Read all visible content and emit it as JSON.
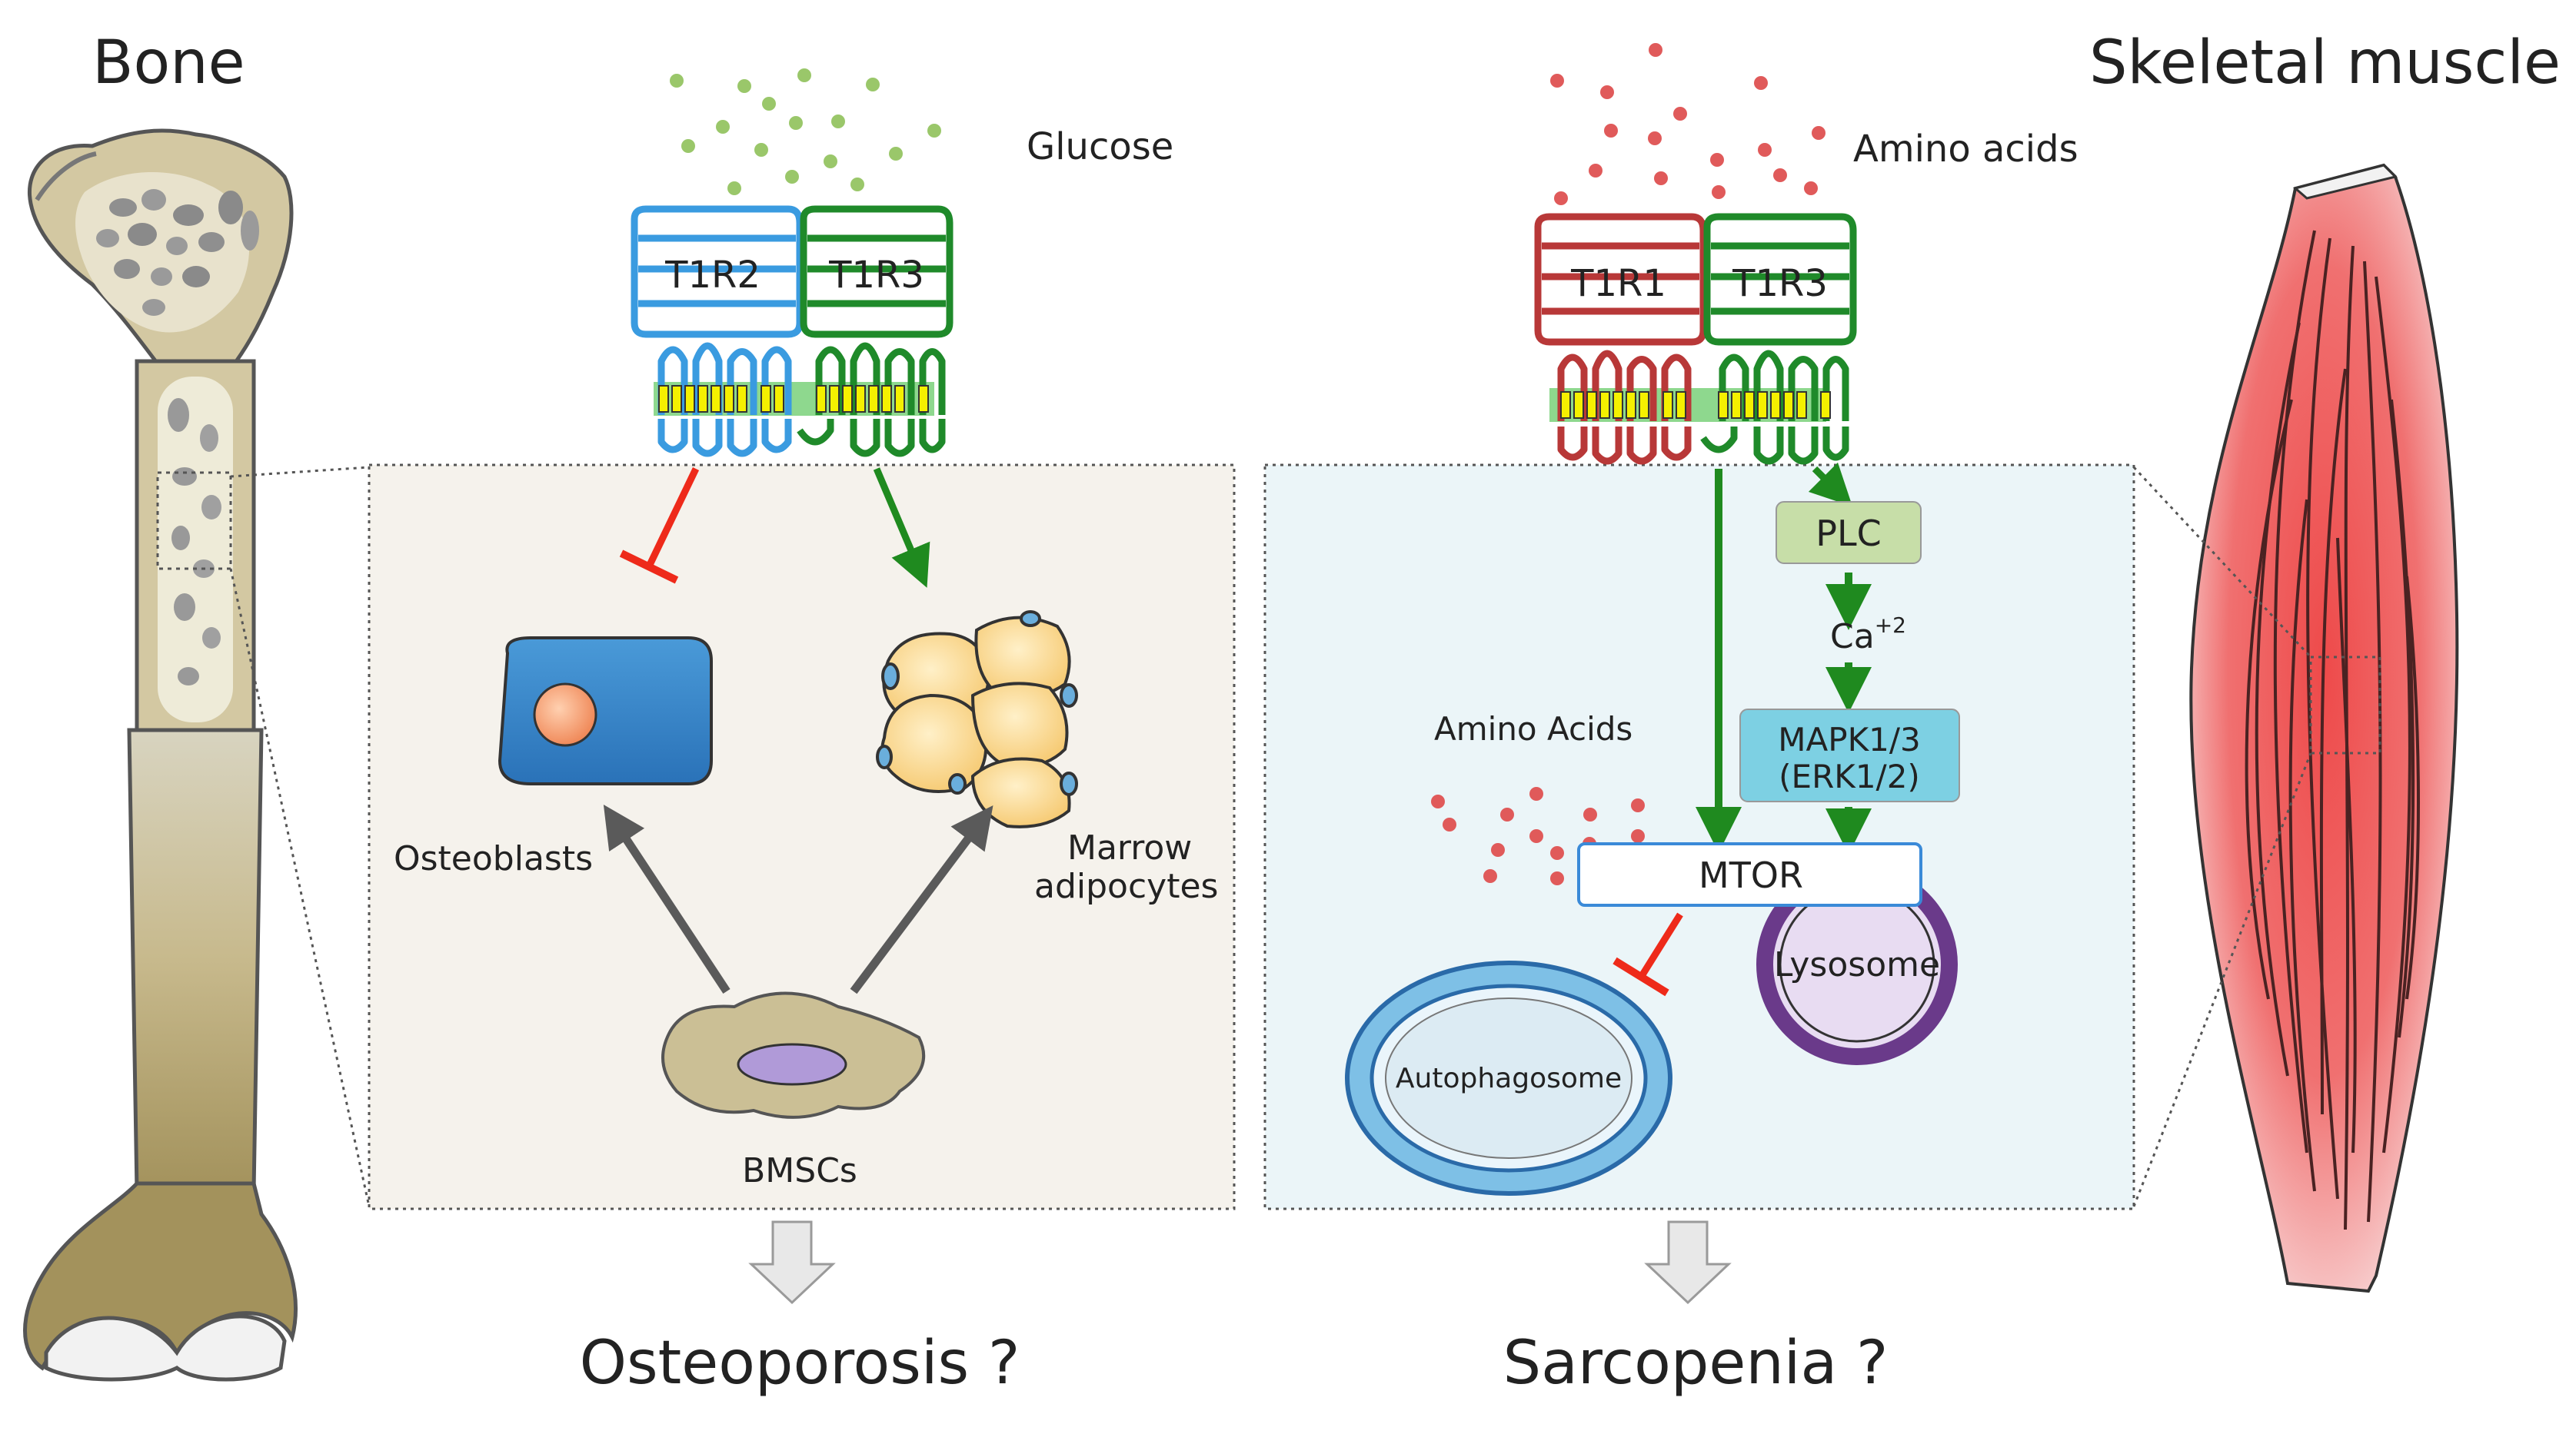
{
  "labels": {
    "bone": "Bone",
    "skeletal_muscle": "Skeletal muscle",
    "glucose": "Glucose",
    "amino_acids_top": "Amino acids",
    "amino_acids_panel": "Amino Acids",
    "osteoporosis": "Osteoporosis ?",
    "sarcopenia": "Sarcopenia ?"
  },
  "receptors": {
    "left_a": "T1R2",
    "left_b": "T1R3",
    "right_a": "T1R1",
    "right_b": "T1R3"
  },
  "bone_panel": {
    "osteoblasts": "Osteoblasts",
    "marrow_line1": "Marrow",
    "marrow_line2": "adipocytes",
    "bmscs": "BMSCs"
  },
  "muscle_panel": {
    "plc": "PLC",
    "ca_base": "Ca",
    "ca_sup": "+2",
    "mapk_line1": "MAPK1/3",
    "mapk_line2": "(ERK1/2)",
    "mtor": "MTOR",
    "lysosome": "Lysosome",
    "autophagosome": "Autophagosome"
  },
  "colors": {
    "t1r2": "#3a9be0",
    "t1r3": "#1f8a2a",
    "t1r1": "#b83838",
    "glucose_dot": "#9ac76a",
    "amino_dot": "#e05a5a",
    "inhibit": "#ee2a1a",
    "activate": "#1f8a1f",
    "bone_tan": "#d3c8a2",
    "muscle_red": "#e85050"
  }
}
